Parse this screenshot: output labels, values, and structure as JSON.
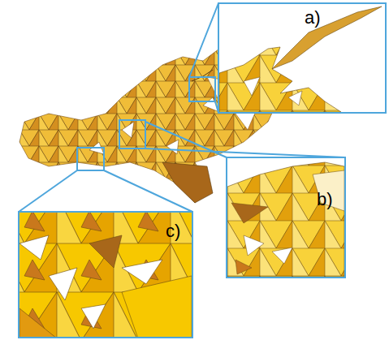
{
  "diagram": {
    "nodes": [
      {
        "text": [
          "a)"
        ]
      },
      {
        "text": [
          "b)"
        ]
      },
      {
        "text": [
          "c)"
        ]
      }
    ]
  }
}
